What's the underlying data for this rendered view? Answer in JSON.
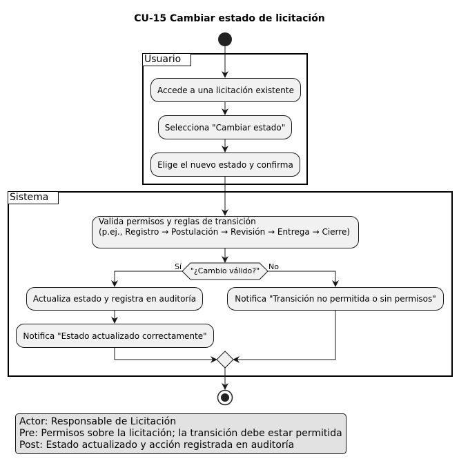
{
  "title": "CU-15 Cambiar estado de licitación",
  "frames": {
    "usuario": "Usuario",
    "sistema": "Sistema"
  },
  "activities": {
    "accede": "Accede a una licitación existente",
    "selecciona": "Selecciona \"Cambiar estado\"",
    "elige": "Elige el nuevo estado y confirma",
    "valida_line1": "Valida permisos y reglas de transición",
    "valida_line2": "(p.ej., Registro → Postulación → Revisión → Entrega → Cierre)",
    "actualiza": "Actualiza estado y registra en auditoría",
    "notifica_ok": "Notifica \"Estado actualizado correctamente\"",
    "notifica_error": "Notifica \"Transición no permitida o sin permisos\""
  },
  "decision": {
    "question": "\"¿Cambio válido?\"",
    "yes": "Sí",
    "no": "No"
  },
  "note": {
    "line1": "Actor: Responsable de Licitación",
    "line2": "Pre: Permisos sobre la licitación; la transición debe estar permitida",
    "line3": "Post: Estado actualizado y acción registrada en auditoría"
  }
}
